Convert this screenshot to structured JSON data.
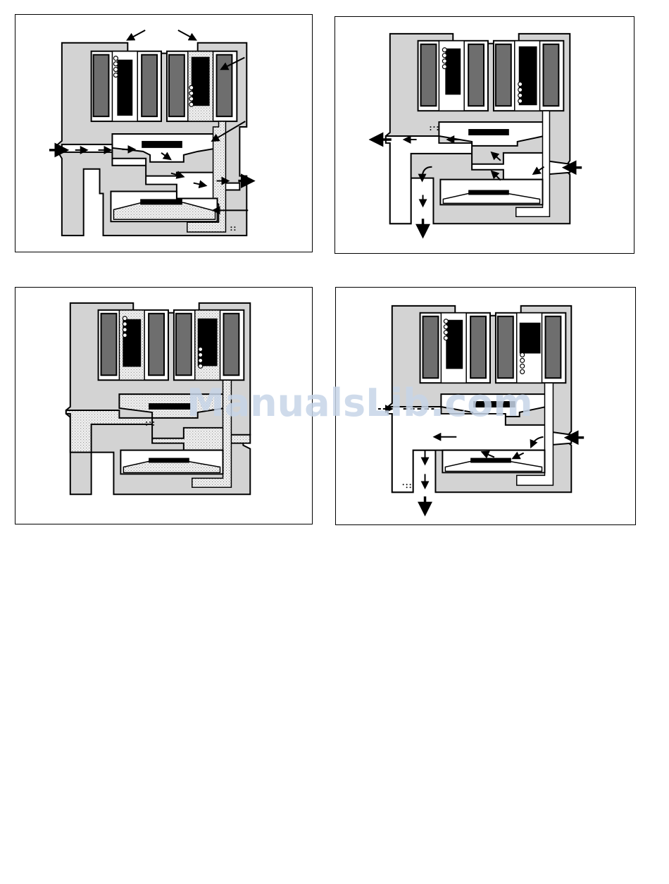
{
  "watermark": {
    "text": "ManualsLib.com"
  },
  "colors": {
    "body_fill": "#d3d3d3",
    "coil_fill": "#6e6e6e",
    "armature_fill": "#000000",
    "channel_fill": "#ffffff",
    "stipple_fill": "#e4e4e4",
    "outline": "#000000"
  },
  "panels": [
    {
      "id": "panel-1",
      "flow_direction": "left-to-right",
      "upper_left_plunger": "down",
      "upper_right_plunger": "up",
      "stippled_pilot": true
    },
    {
      "id": "panel-2",
      "flow_direction": "right-to-left",
      "upper_left_plunger": "up",
      "upper_right_plunger": "down",
      "stippled_pilot": false
    },
    {
      "id": "panel-3",
      "flow_direction": "none",
      "upper_left_plunger": "down",
      "upper_right_plunger": "down",
      "stippled_pilot": true
    },
    {
      "id": "panel-4",
      "flow_direction": "right-to-left",
      "upper_left_plunger": "up",
      "upper_right_plunger": "up",
      "stippled_pilot": false
    }
  ]
}
